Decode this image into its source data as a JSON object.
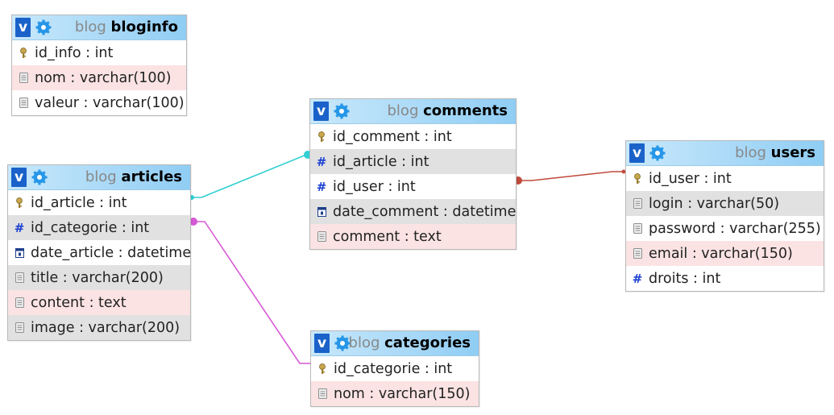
{
  "schema": "blog",
  "tables": [
    {
      "key": "bloginfo",
      "name": "bloginfo",
      "fields": [
        {
          "text": "id_info : int",
          "icon": "key-icon"
        },
        {
          "text": "nom : varchar(100)",
          "icon": "text-field-icon"
        },
        {
          "text": "valeur : varchar(100)",
          "icon": "text-field-icon"
        }
      ]
    },
    {
      "key": "articles",
      "name": "articles",
      "fields": [
        {
          "text": "id_article : int",
          "icon": "key-icon"
        },
        {
          "text": "id_categorie : int",
          "icon": "numeric-field-icon"
        },
        {
          "text": "date_article : datetime",
          "icon": "date-field-icon"
        },
        {
          "text": "title : varchar(200)",
          "icon": "text-field-icon"
        },
        {
          "text": "content : text",
          "icon": "text-field-icon"
        },
        {
          "text": "image : varchar(200)",
          "icon": "text-field-icon"
        }
      ]
    },
    {
      "key": "comments",
      "name": "comments",
      "fields": [
        {
          "text": "id_comment : int",
          "icon": "key-icon"
        },
        {
          "text": "id_article : int",
          "icon": "numeric-field-icon"
        },
        {
          "text": "id_user : int",
          "icon": "numeric-field-icon"
        },
        {
          "text": "date_comment : datetime",
          "icon": "date-field-icon"
        },
        {
          "text": "comment : text",
          "icon": "text-field-icon"
        }
      ]
    },
    {
      "key": "categories",
      "name": "categories",
      "fields": [
        {
          "text": "id_categorie : int",
          "icon": "key-icon"
        },
        {
          "text": "nom : varchar(150)",
          "icon": "text-field-icon"
        }
      ]
    },
    {
      "key": "users",
      "name": "users",
      "fields": [
        {
          "text": "id_user : int",
          "icon": "key-icon"
        },
        {
          "text": "login : varchar(50)",
          "icon": "text-field-icon"
        },
        {
          "text": "password : varchar(255)",
          "icon": "text-field-icon"
        },
        {
          "text": "email : varchar(150)",
          "icon": "text-field-icon"
        },
        {
          "text": "droits : int",
          "icon": "numeric-field-icon"
        }
      ]
    }
  ],
  "relations": [
    {
      "from_table": "articles",
      "from_field": "id_article",
      "to_table": "comments",
      "to_field": "id_article",
      "color": "#2fcfd2"
    },
    {
      "from_table": "articles",
      "from_field": "id_categorie",
      "to_table": "categories",
      "to_field": "id_categorie",
      "color": "#d659d6"
    },
    {
      "from_table": "comments",
      "from_field": "id_user",
      "to_table": "users",
      "to_field": "id_user",
      "color": "#bf4a3c"
    }
  ],
  "colors": {
    "header_toggle": "#1a62c9",
    "pink_row": "#fbe3e3",
    "grey_row": "#e1e1e1"
  }
}
